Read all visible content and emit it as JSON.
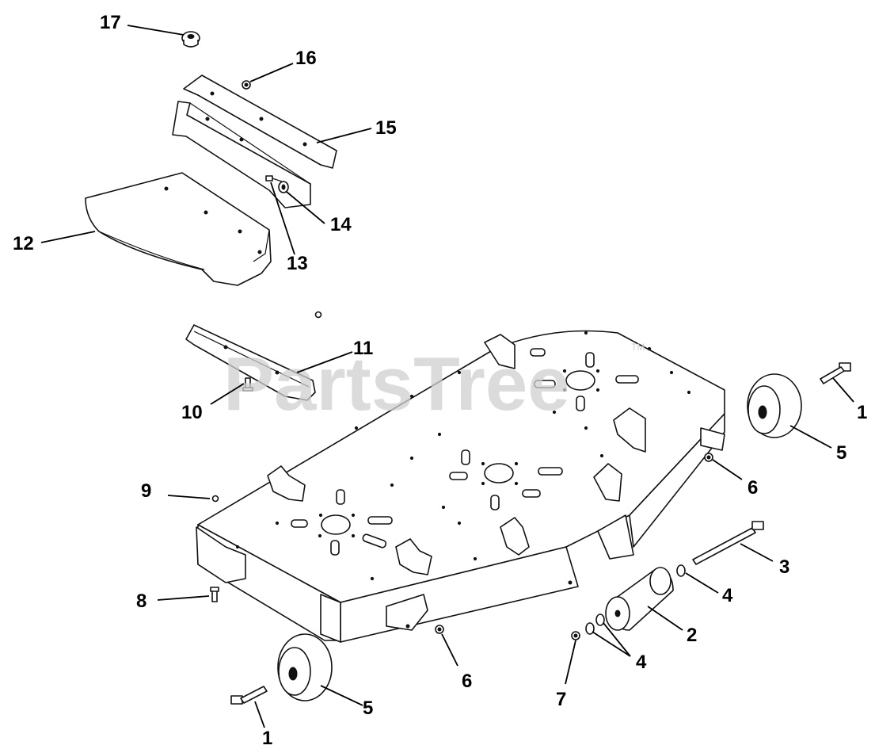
{
  "watermark": {
    "text": "PartsTree",
    "trademark": "TM"
  },
  "callouts": {
    "c17": "17",
    "c16": "16",
    "c15": "15",
    "c14": "14",
    "c13": "13",
    "c12": "12",
    "c11": "11",
    "c10": "10",
    "c9": "9",
    "c8": "8",
    "c7": "7",
    "c6a": "6",
    "c6b": "6",
    "c5a": "5",
    "c5b": "5",
    "c4a": "4",
    "c4b": "4",
    "c3": "3",
    "c2": "2",
    "c1a": "1",
    "c1b": "1"
  }
}
